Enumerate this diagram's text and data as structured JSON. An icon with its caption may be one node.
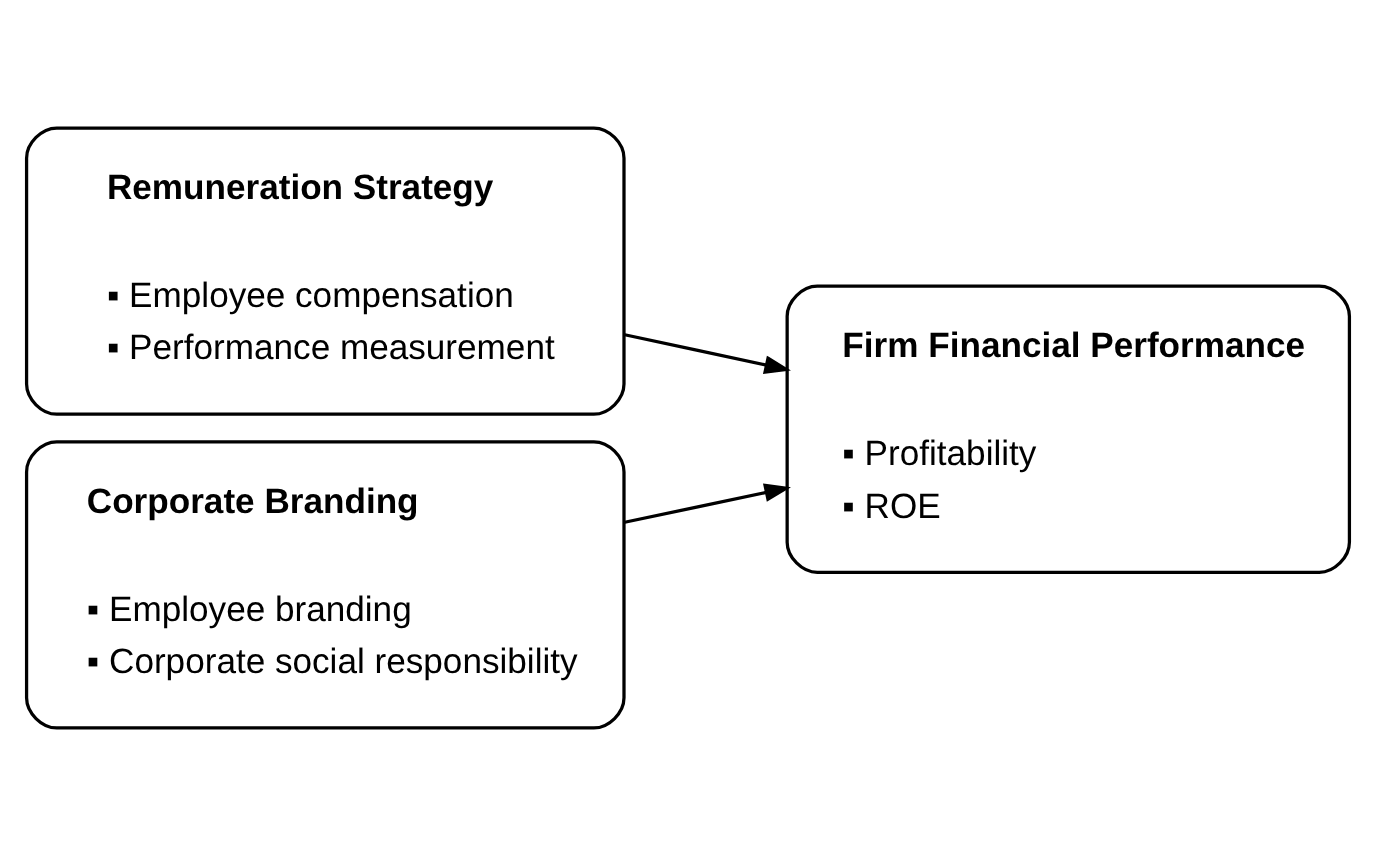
{
  "diagram": {
    "nodes": [
      {
        "text": [
          "Remuneration Strategy",
          "▪ Employee compensation",
          "▪ Performance measurement"
        ]
      },
      {
        "text": [
          "Corporate Branding",
          "▪ Employee branding",
          "▪ Corporate social responsibility"
        ]
      },
      {
        "text": [
          "Firm Financial Performance",
          "▪ Profitability",
          "▪ ROE"
        ]
      }
    ],
    "edges": [
      {
        "from": 0,
        "to": 2,
        "arrow": "to"
      },
      {
        "from": 1,
        "to": 2,
        "arrow": "to"
      }
    ]
  }
}
